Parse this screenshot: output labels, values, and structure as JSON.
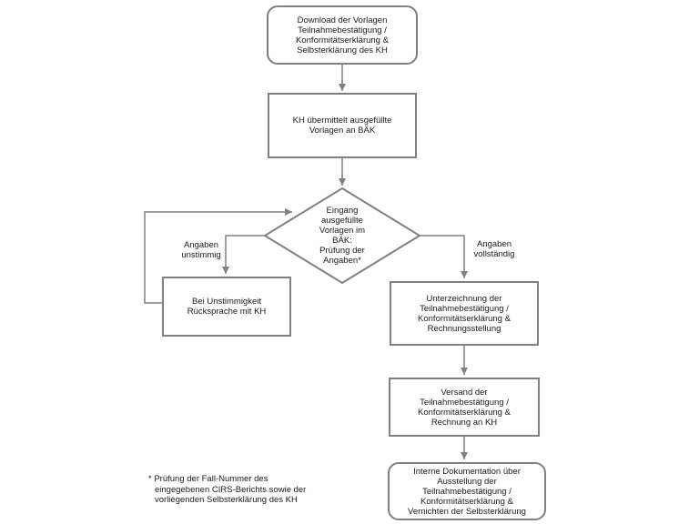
{
  "colors": {
    "stroke": "#808080",
    "text": "#1a1a1a",
    "background": "#ffffff"
  },
  "flowchart": {
    "nodes": {
      "start": {
        "text": "Download der Vorlagen\nTeilnahmebestätigung /\nKonformitätserklärung &\nSelbsterklärung des KH"
      },
      "submit": {
        "text": "KH übermittelt ausgefüllte\nVorlagen an BÄK"
      },
      "decision": {
        "text": "Eingang\nausgefüllte\nVorlagen im\nBÄK:\nPrüfung der\nAngaben*"
      },
      "discrepancy": {
        "text": "Bei Unstimmigkeit\nRücksprache mit KH"
      },
      "signing": {
        "text": "Unterzeichnung der\nTeilnahmebestätigung /\nKonformitätserklärung &\nRechnungsstellung"
      },
      "dispatch": {
        "text": "Versand der\nTeilnahmebestätigung /\nKonformitätserklärung &\nRechnung an KH"
      },
      "documentation": {
        "text": "Interne Dokumentation über\nAusstellung der\nTeilnahmebestätigung /\nKonformitätserklärung &\nVernichten der Selbsterklärung"
      }
    },
    "edge_labels": {
      "inconsistent": "Angaben\nunstimmig",
      "complete": "Angaben\nvollständig"
    },
    "footnote": {
      "lines": [
        "* Prüfung der Fall-Nummer des",
        "eingegebenen CIRS-Berichts sowie der",
        "vorliegenden Selbsterklärung des KH"
      ]
    }
  }
}
